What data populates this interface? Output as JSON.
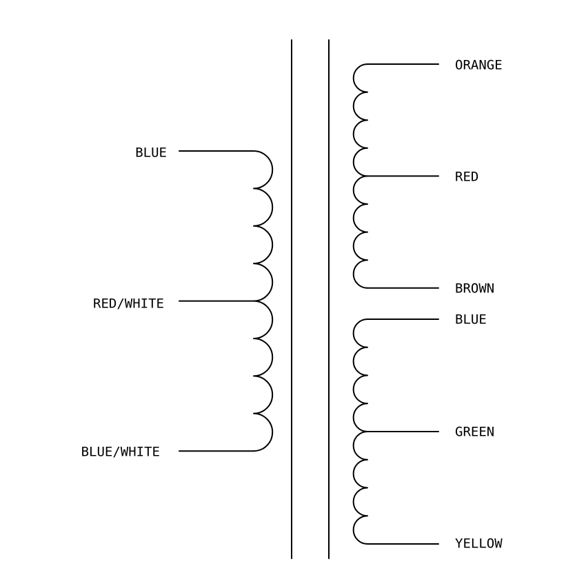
{
  "primary": {
    "leads": [
      {
        "label": "BLUE",
        "tap": "top"
      },
      {
        "label": "RED/WHITE",
        "tap": "center"
      },
      {
        "label": "BLUE/WHITE",
        "tap": "bottom"
      }
    ]
  },
  "secondary_upper": {
    "leads": [
      {
        "label": "ORANGE",
        "tap": "top"
      },
      {
        "label": "RED",
        "tap": "center"
      },
      {
        "label": "BROWN",
        "tap": "bottom"
      }
    ]
  },
  "secondary_lower": {
    "leads": [
      {
        "label": "BLUE",
        "tap": "top"
      },
      {
        "label": "GREEN",
        "tap": "center"
      },
      {
        "label": "YELLOW",
        "tap": "bottom"
      }
    ]
  }
}
